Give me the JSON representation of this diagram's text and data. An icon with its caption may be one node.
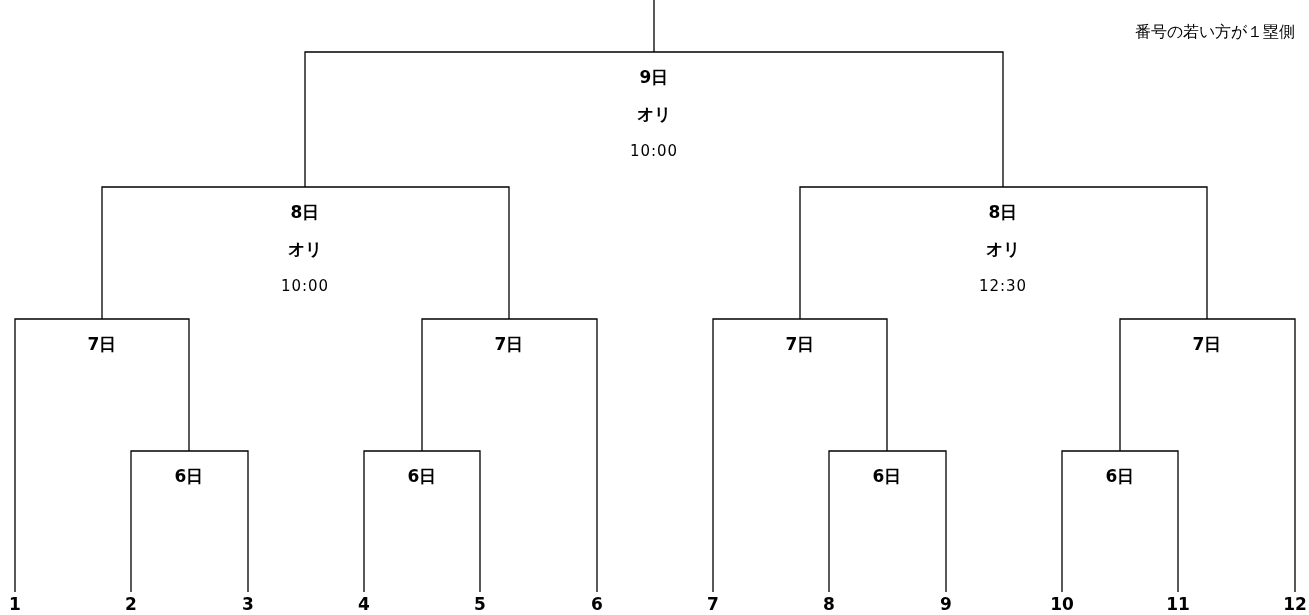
{
  "diagram": {
    "nodes": [
      {
        "text": [
          "9日",
          "オリ",
          "10:00"
        ]
      },
      {
        "text": [
          "8日",
          "オリ",
          "10:00"
        ]
      },
      {
        "text": [
          "8日",
          "オリ",
          "12:30"
        ]
      },
      {
        "text": [
          "7日"
        ]
      },
      {
        "text": [
          "7日"
        ]
      },
      {
        "text": [
          "7日"
        ]
      },
      {
        "text": [
          "7日"
        ]
      },
      {
        "text": [
          "6日"
        ]
      },
      {
        "text": [
          "6日"
        ]
      },
      {
        "text": [
          "6日"
        ]
      },
      {
        "text": [
          "6日"
        ]
      },
      {
        "text": [
          "1"
        ]
      },
      {
        "text": [
          "2"
        ]
      },
      {
        "text": [
          "3"
        ]
      },
      {
        "text": [
          "4"
        ]
      },
      {
        "text": [
          "5"
        ]
      },
      {
        "text": [
          "6"
        ]
      },
      {
        "text": [
          "7"
        ]
      },
      {
        "text": [
          "8"
        ]
      },
      {
        "text": [
          "9"
        ]
      },
      {
        "text": [
          "10"
        ]
      },
      {
        "text": [
          "11"
        ]
      },
      {
        "text": [
          "12"
        ]
      }
    ],
    "edges": [
      {
        "from": 0,
        "to": null,
        "arrow": "none"
      },
      {
        "from": 1,
        "to": 0,
        "arrow": "none"
      },
      {
        "from": 2,
        "to": 0,
        "arrow": "none"
      },
      {
        "from": 3,
        "to": 1,
        "arrow": "none"
      },
      {
        "from": 4,
        "to": 1,
        "arrow": "none"
      },
      {
        "from": 5,
        "to": 2,
        "arrow": "none"
      },
      {
        "from": 6,
        "to": 2,
        "arrow": "none"
      },
      {
        "from": 11,
        "to": 3,
        "arrow": "none"
      },
      {
        "from": 7,
        "to": 3,
        "arrow": "none"
      },
      {
        "from": 8,
        "to": 4,
        "arrow": "none"
      },
      {
        "from": 16,
        "to": 4,
        "arrow": "none"
      },
      {
        "from": 17,
        "to": 5,
        "arrow": "none"
      },
      {
        "from": 9,
        "to": 5,
        "arrow": "none"
      },
      {
        "from": 10,
        "to": 6,
        "arrow": "none"
      },
      {
        "from": 22,
        "to": 6,
        "arrow": "none"
      },
      {
        "from": 12,
        "to": 7,
        "arrow": "none"
      },
      {
        "from": 13,
        "to": 7,
        "arrow": "none"
      },
      {
        "from": 14,
        "to": 8,
        "arrow": "none"
      },
      {
        "from": 15,
        "to": 8,
        "arrow": "none"
      },
      {
        "from": 18,
        "to": 9,
        "arrow": "none"
      },
      {
        "from": 19,
        "to": 9,
        "arrow": "none"
      },
      {
        "from": 20,
        "to": 10,
        "arrow": "none"
      },
      {
        "from": 21,
        "to": 10,
        "arrow": "none"
      }
    ],
    "labels": [
      "番号の若い方が１塁側"
    ]
  }
}
